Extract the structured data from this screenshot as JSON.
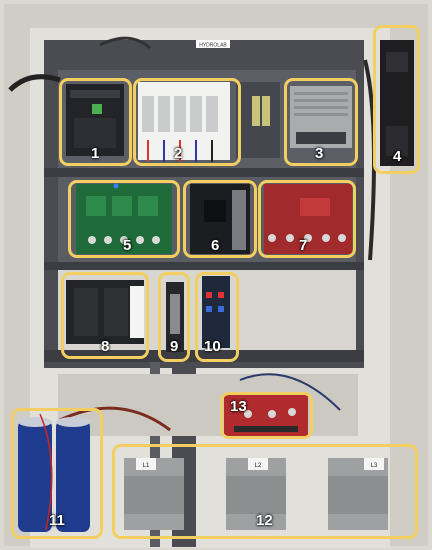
{
  "photo": {
    "label_strip_text": "HYDROLAB",
    "transformer_tags": [
      "L1",
      "L2",
      "L3"
    ],
    "highlight_color": "#f3cf62"
  },
  "callouts": [
    {
      "n": "1"
    },
    {
      "n": "2"
    },
    {
      "n": "3"
    },
    {
      "n": "4"
    },
    {
      "n": "5"
    },
    {
      "n": "6"
    },
    {
      "n": "7"
    },
    {
      "n": "8"
    },
    {
      "n": "9"
    },
    {
      "n": "10"
    },
    {
      "n": "11"
    },
    {
      "n": "12"
    },
    {
      "n": "13"
    }
  ]
}
